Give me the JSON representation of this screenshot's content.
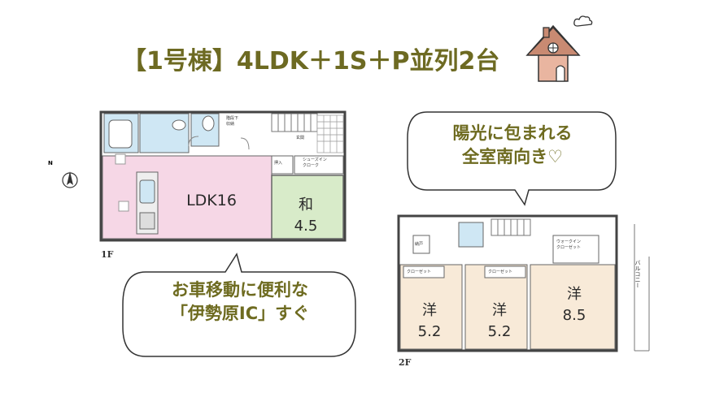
{
  "title": "【1号棟】4LDK＋1S＋P並列2台",
  "bubble_sun": {
    "line1": "陽光に包まれる",
    "line2": "全室南向き♡"
  },
  "bubble_access": {
    "line1": "お車移動に便利な",
    "line2": "「伊勢原IC」すぐ"
  },
  "floor1": {
    "label": "1F",
    "ldk": "LDK16",
    "washitsu": {
      "line1": "和",
      "line2": "4.5"
    },
    "oshiire": "押入",
    "shoe_closet": "シューズイン\nクローク",
    "entrance": "玄関",
    "storage": "階段下\n収納"
  },
  "floor2": {
    "label": "2F",
    "room_a": {
      "line1": "洋",
      "line2": "5.2"
    },
    "room_b": {
      "line1": "洋",
      "line2": "5.2"
    },
    "room_c": {
      "line1": "洋",
      "line2": "8.5"
    },
    "closet_a": "クローゼット",
    "closet_b": "クローゼット",
    "walkin": "ウォークイン\nクローゼット",
    "nando": "納戸",
    "balcony": "バルコニー"
  },
  "compass": "N",
  "colors": {
    "title": "#6d6a22",
    "ldk": "#f6d7e6",
    "washitsu": "#d8ebc9",
    "wet": "#cfe7f4",
    "bedroom": "#f8ead8",
    "house": "#d9a08a"
  }
}
